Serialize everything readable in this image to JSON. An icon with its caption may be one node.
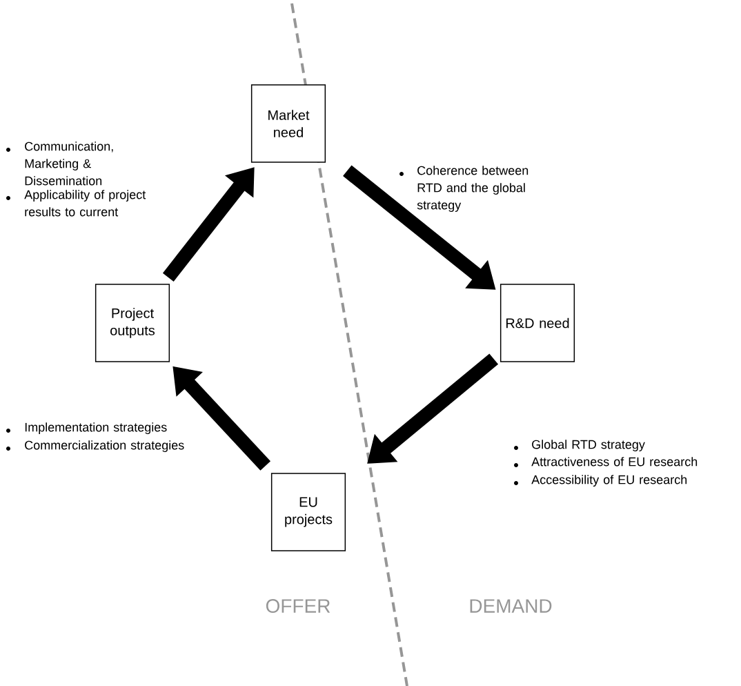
{
  "diagram": {
    "nodes": [
      {
        "text": [
          "Market need"
        ]
      },
      {
        "text": [
          "R&D need"
        ]
      },
      {
        "text": [
          "EU projects"
        ]
      },
      {
        "text": [
          "Project outputs"
        ]
      }
    ],
    "edges": [
      {
        "from": 3,
        "to": 0,
        "arrow": "to"
      },
      {
        "from": 0,
        "to": 1,
        "arrow": "to"
      },
      {
        "from": 1,
        "to": 2,
        "arrow": "to"
      },
      {
        "from": 2,
        "to": 3,
        "arrow": "to"
      }
    ],
    "labels": [
      "Communication, Marketing & Dissemination",
      "Applicability of project results to current",
      "Coherence between RTD and the global strategy",
      "Implementation strategies",
      "Commercialization strategies",
      "Global RTD strategy",
      "Attractiveness of EU research",
      "Accessibility of EU research",
      "OFFER",
      "DEMAND"
    ]
  }
}
